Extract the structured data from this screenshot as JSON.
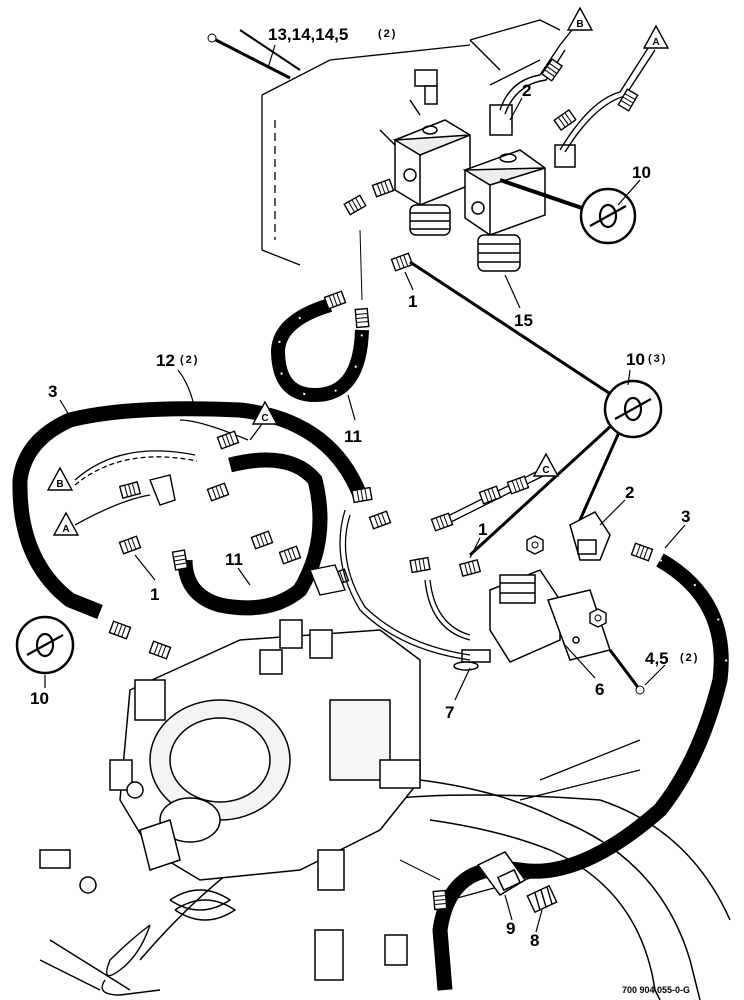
{
  "diagram": {
    "drawing_code": "700 904 055-0-G",
    "callouts": {
      "c13": "13,14,14,5",
      "c13_qty": "(2)",
      "c2_top": "2",
      "c10_top": "10",
      "c1_top": "1",
      "c15": "15",
      "c11_top": "11",
      "c12": "12",
      "c12_qty": "(2)",
      "c10_mid": "10",
      "c10_mid_qty": "(3)",
      "c3_left": "3",
      "c1_left": "1",
      "c11_mid": "11",
      "c10_bottom": "10",
      "c1_mid": "1",
      "c2_right": "2",
      "c3_right": "3",
      "c4_5": "4,5",
      "c4_5_qty": "(2)",
      "c6": "6",
      "c7": "7",
      "c9": "9",
      "c8": "8"
    },
    "refs": {
      "A": "A",
      "B": "B",
      "C": "C"
    },
    "icon": "hose-connection-symbol"
  }
}
